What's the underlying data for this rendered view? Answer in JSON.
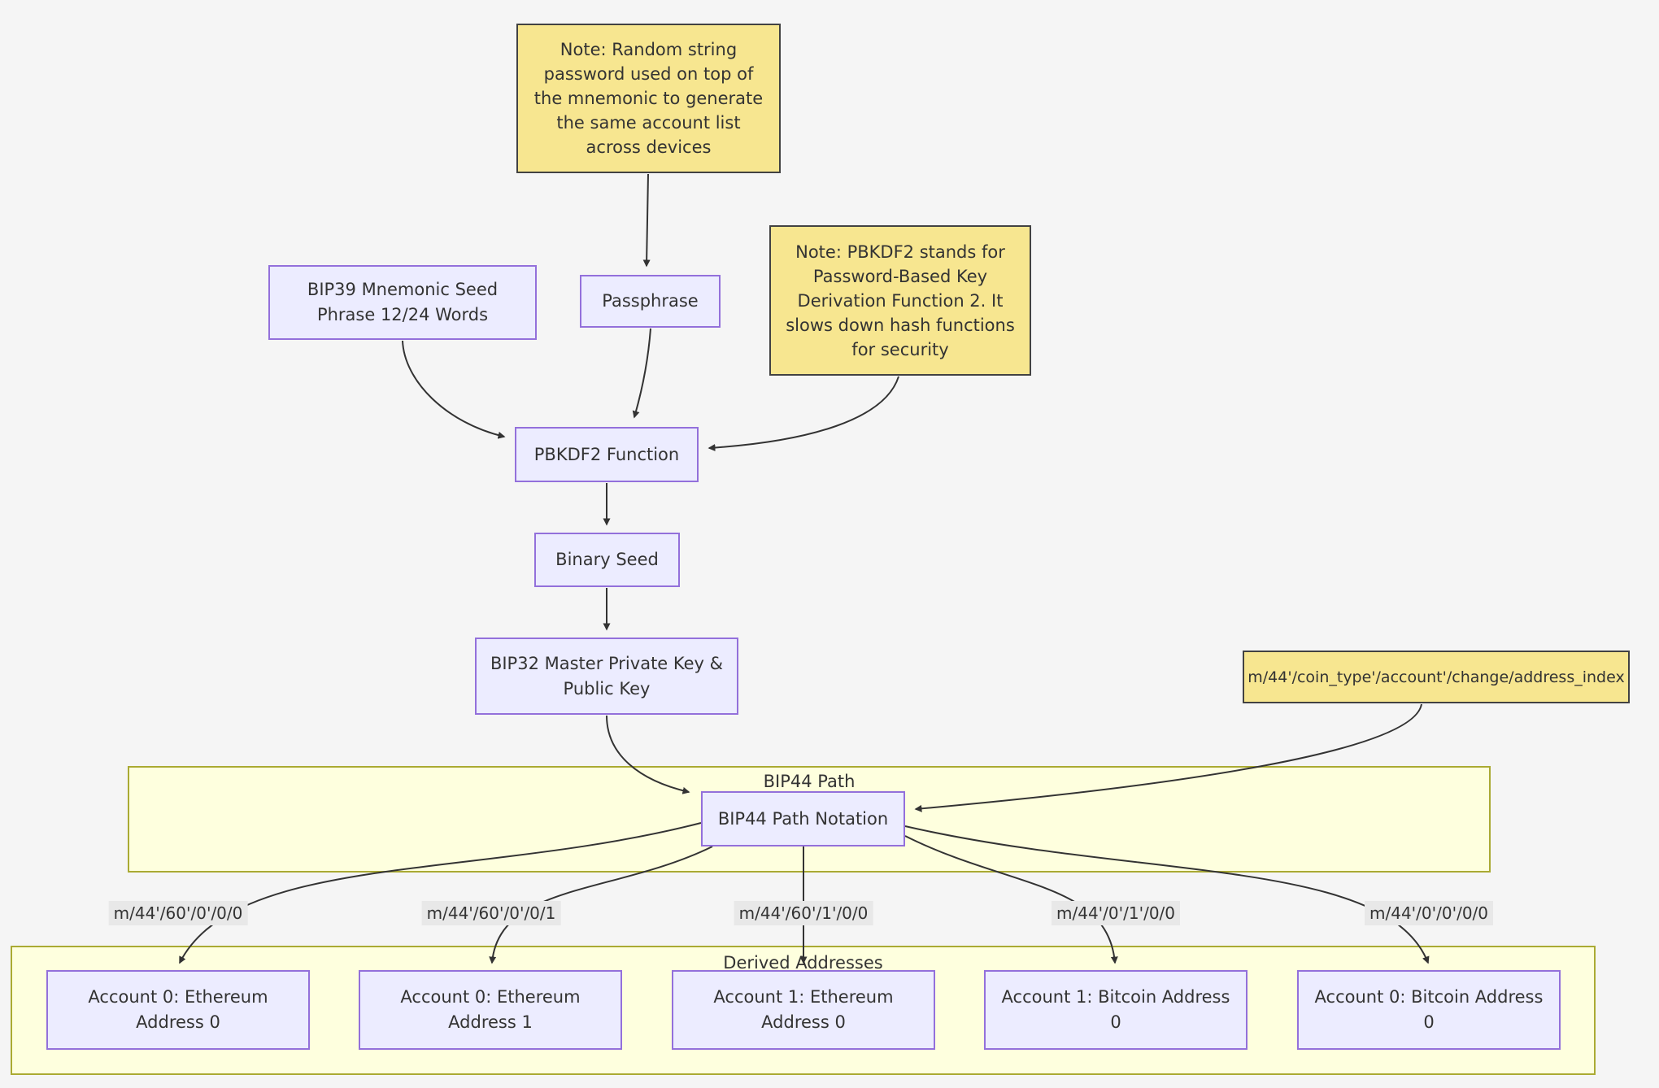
{
  "colors": {
    "canvas": "#f5f5f5",
    "text": "#333333",
    "node_fill": "#ECECFF",
    "node_border": "#9370DB",
    "note_fill": "#F7E690",
    "note_border": "#424242",
    "cluster_fill": "#FEFFDE",
    "cluster_border": "#AAAA33",
    "label_bg": "#E8E8E8",
    "edge": "#333333"
  },
  "nodes": {
    "note_random": "Note: Random string\npassword used on top of\nthe mnemonic to generate\nthe same account list\nacross devices",
    "bip39": "BIP39 Mnemonic Seed\nPhrase 12/24 Words",
    "passphrase": "Passphrase",
    "note_pbkdf2": "Note: PBKDF2 stands for\nPassword-Based Key\nDerivation Function 2. It\nslows down hash functions\nfor security",
    "pbkdf2": "PBKDF2 Function",
    "binary_seed": "Binary Seed",
    "bip32": "BIP32 Master Private Key &\nPublic Key",
    "m44_path": "m/44'/coin_type'/account'/change/address_index",
    "bip44_notation": "BIP44 Path Notation"
  },
  "clusters": {
    "bip44": "BIP44 Path",
    "derived": "Derived Addresses"
  },
  "edge_labels": [
    "m/44'/60'/0'/0/0",
    "m/44'/60'/0'/0/1",
    "m/44'/60'/1'/0/0",
    "m/44'/0'/1'/0/0",
    "m/44'/0'/0'/0/0"
  ],
  "accounts": [
    "Account 0: Ethereum\nAddress 0",
    "Account 0: Ethereum\nAddress 1",
    "Account 1: Ethereum\nAddress 0",
    "Account 1: Bitcoin Address\n0",
    "Account 0: Bitcoin Address\n0"
  ]
}
